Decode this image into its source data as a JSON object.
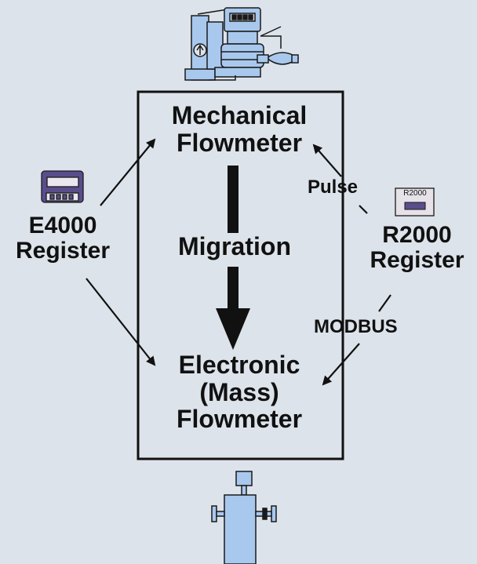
{
  "nodes": {
    "mechanical_flowmeter": {
      "line1": "Mechanical",
      "line2": "Flowmeter"
    },
    "electronic_flowmeter": {
      "line1": "Electronic",
      "line2": "(Mass)",
      "line3": "Flowmeter"
    },
    "e4000_register": {
      "line1": "E4000",
      "line2": "Register"
    },
    "r2000_register": {
      "line1": "R2000",
      "line2": "Register",
      "device_text": "R2000"
    }
  },
  "edges": {
    "migration": "Migration",
    "pulse": "Pulse",
    "modbus": "MODBUS"
  },
  "colors": {
    "background": "#dde3ea",
    "device_blue": "#a9c8ee",
    "register_purple": "#5a4d8c",
    "line": "#111111"
  },
  "icons": {
    "mechanical": "mechanical-flowmeter-icon",
    "electronic": "mass-flowmeter-icon",
    "e4000": "e4000-register-icon",
    "r2000": "r2000-register-icon"
  }
}
